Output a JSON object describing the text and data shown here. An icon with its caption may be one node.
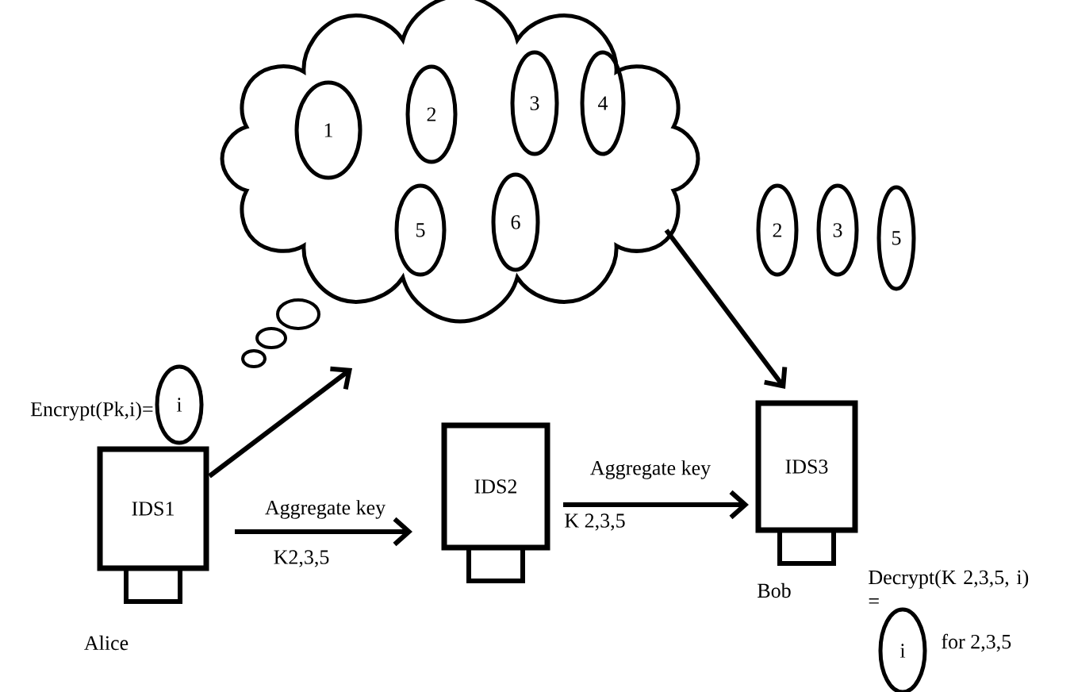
{
  "diagram": {
    "nodes": [
      {
        "text": [],
        "shape": "cloud"
      },
      {
        "text": [
          "1"
        ],
        "in": 0
      },
      {
        "text": [
          "2"
        ],
        "in": 0
      },
      {
        "text": [
          "3"
        ],
        "in": 0
      },
      {
        "text": [
          "4"
        ],
        "in": 0
      },
      {
        "text": [
          "5"
        ],
        "in": 0
      },
      {
        "text": [
          "6"
        ],
        "in": 0
      },
      {
        "text": [
          "2"
        ]
      },
      {
        "text": [
          "3"
        ]
      },
      {
        "text": [
          "5"
        ]
      },
      {
        "text": [
          "i"
        ],
        "beside": [
          "Encrypt(Pk,i)="
        ]
      },
      {
        "text": [
          "IDS1"
        ],
        "beside": [
          "Alice"
        ]
      },
      {
        "text": [
          "IDS2"
        ]
      },
      {
        "text": [
          "IDS3"
        ],
        "beside": [
          "Bob"
        ]
      },
      {
        "text": [
          "i"
        ],
        "beside": [
          "Decrypt(K 2,3,5, i) =",
          "for 2,3,5"
        ]
      }
    ],
    "edges": [
      {
        "from": 11,
        "to": 0,
        "arrow": "to"
      },
      {
        "from": 0,
        "to": 13,
        "arrow": "to"
      },
      {
        "from": 11,
        "to": 12,
        "arrow": "to",
        "label": "Aggregate key"
      },
      {
        "from": 12,
        "to": 13,
        "arrow": "to",
        "label": "Aggregate key"
      }
    ],
    "labels": [
      "K2,3,5",
      "K 2,3,5"
    ]
  }
}
